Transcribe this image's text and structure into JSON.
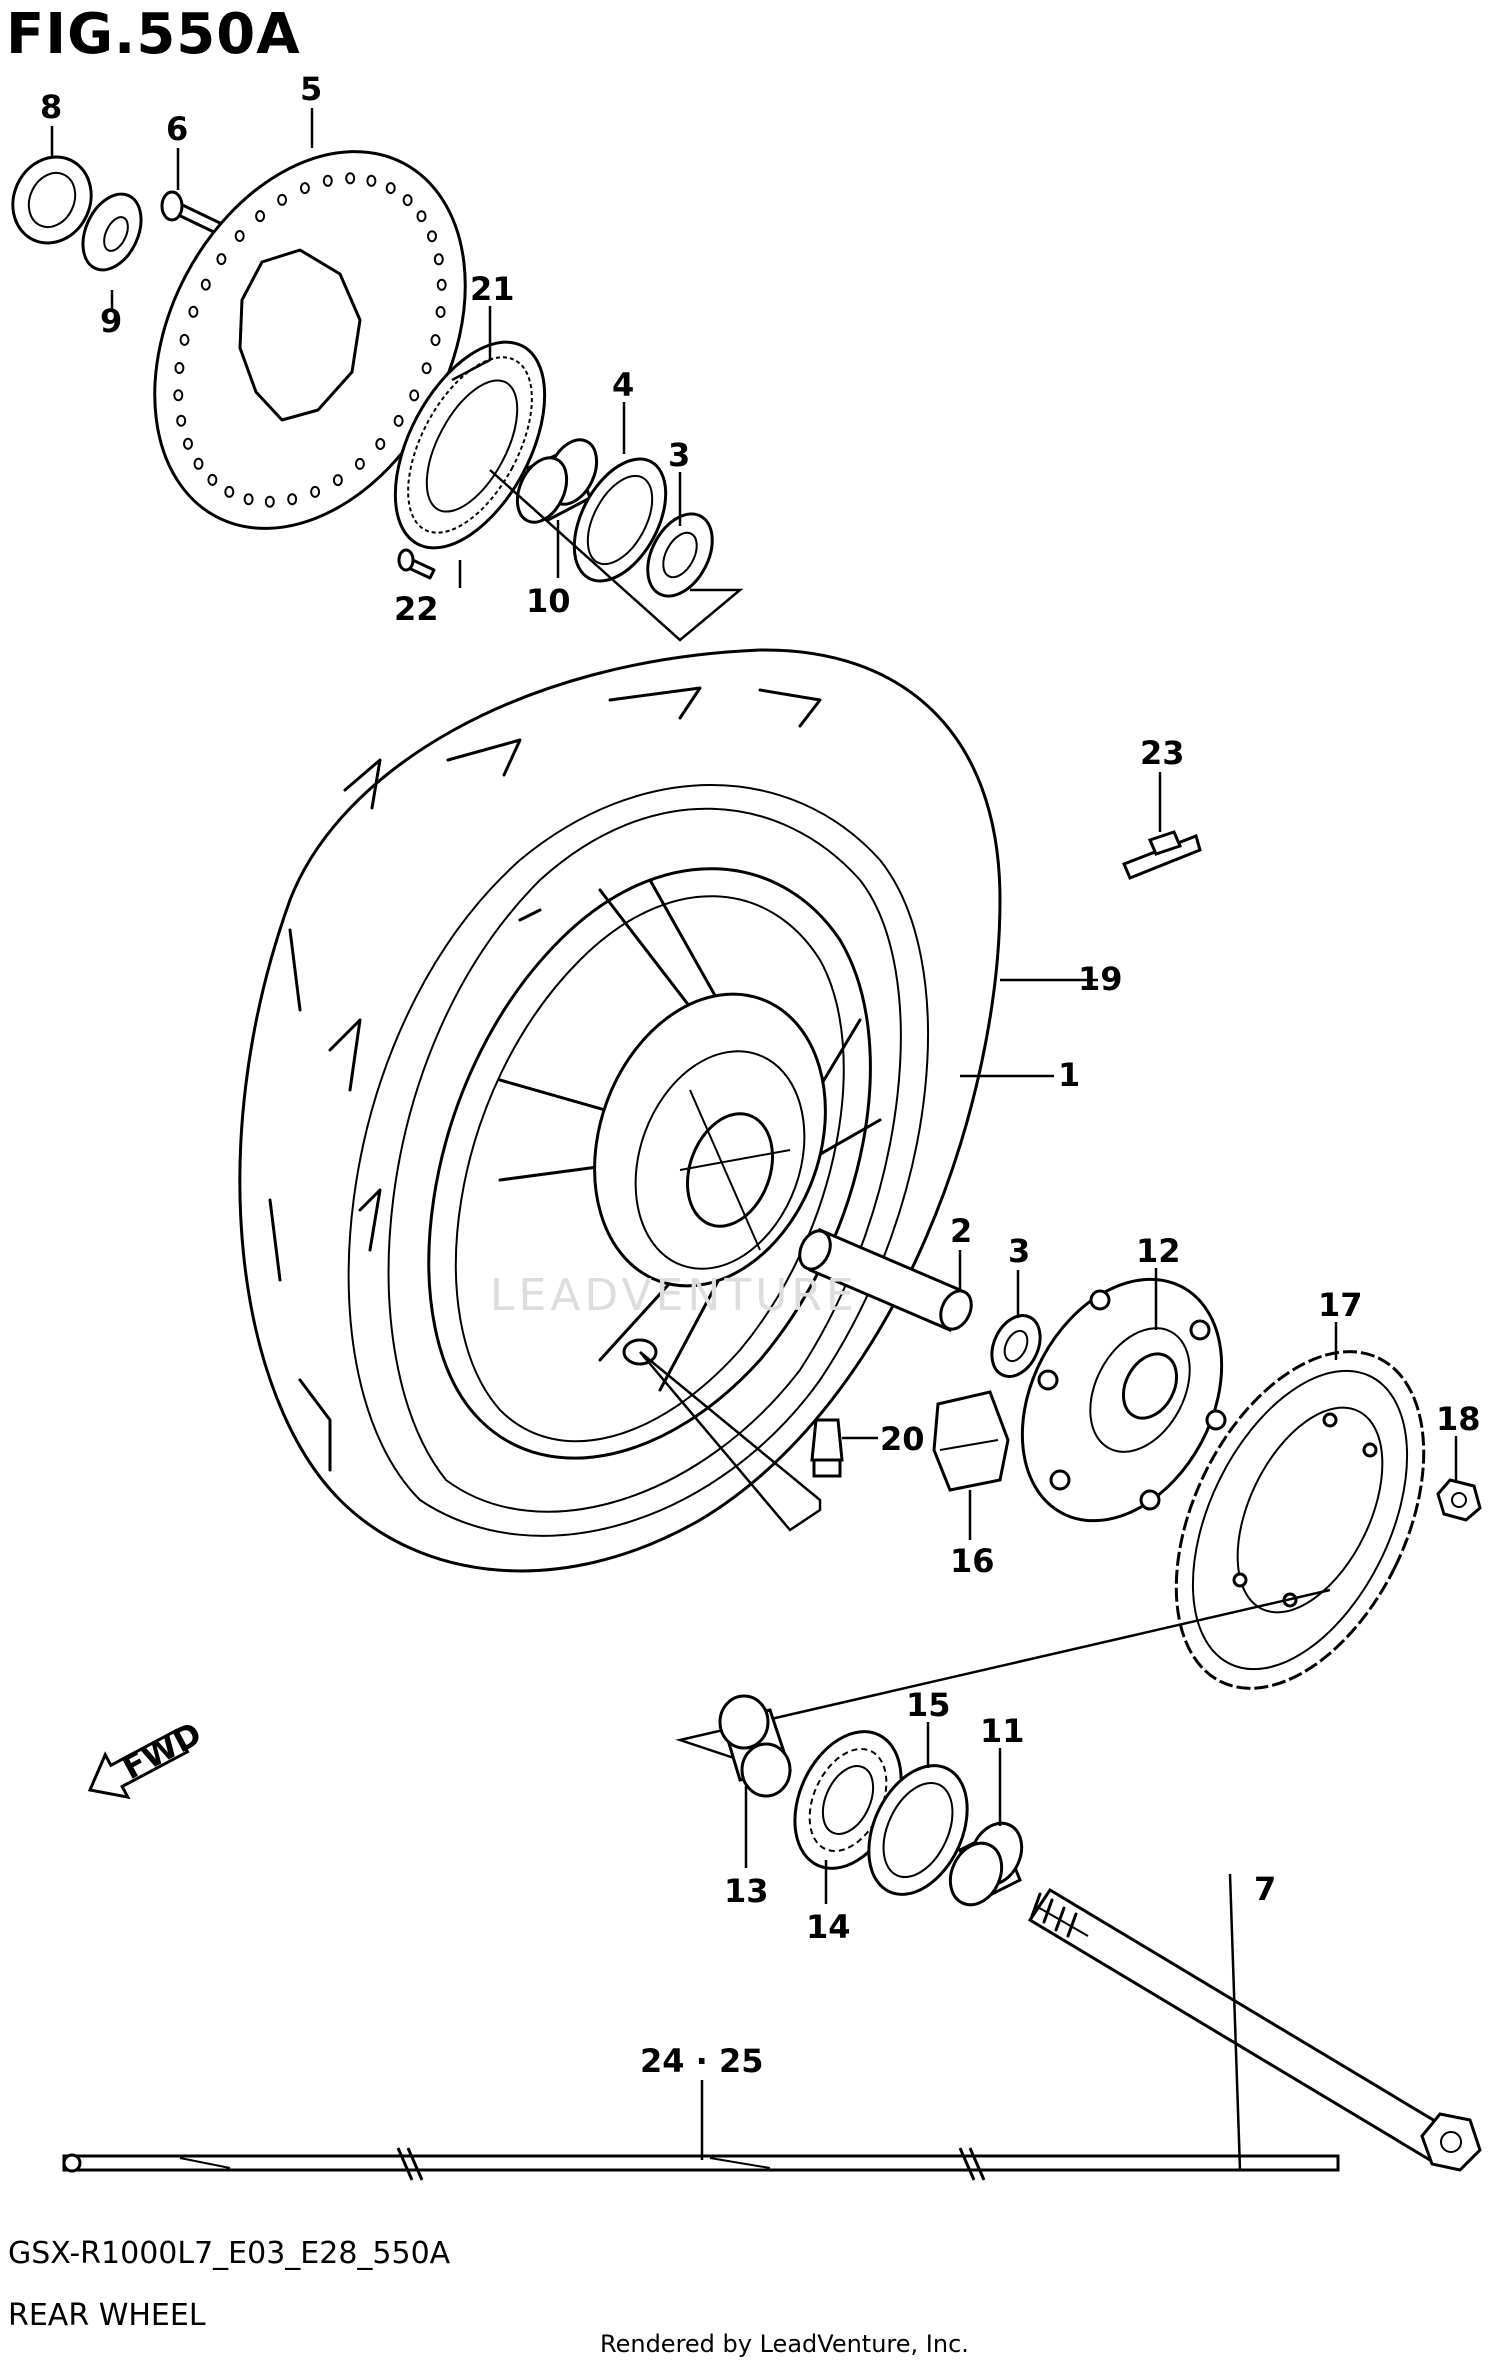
{
  "figure": {
    "title": "FIG.550A",
    "model_code": "GSX-R1000L7_E03_E28_550A",
    "name": "REAR WHEEL",
    "rendered_by": "Rendered by LeadVenture, Inc.",
    "watermark": "LEADVENTURE"
  },
  "callouts": {
    "c1": "1",
    "c2": "2",
    "c3a": "3",
    "c3b": "3",
    "c4": "4",
    "c5": "5",
    "c6": "6",
    "c7": "7",
    "c8": "8",
    "c9": "9",
    "c10": "10",
    "c11": "11",
    "c12": "12",
    "c13": "13",
    "c14": "14",
    "c15": "15",
    "c16": "16",
    "c17": "17",
    "c18": "18",
    "c19": "19",
    "c20": "20",
    "c21": "21",
    "c22": "22",
    "c23": "23",
    "c24_25": "24 · 25"
  },
  "fwd_arrow": {
    "label": "FWD",
    "icon": "fwd-arrow-icon"
  }
}
